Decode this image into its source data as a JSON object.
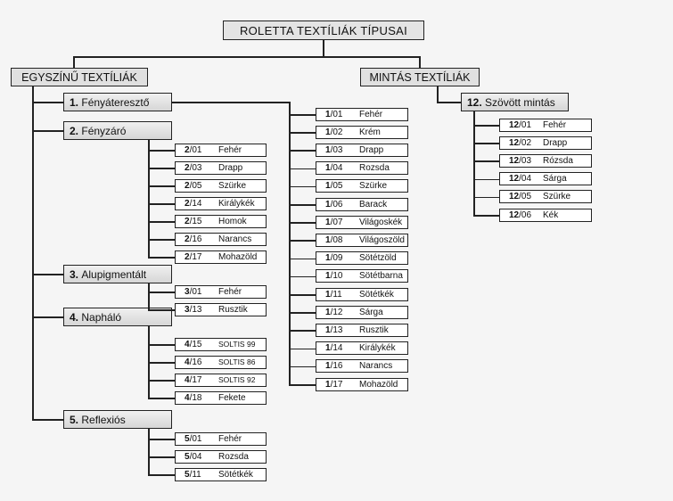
{
  "title": "ROLETTA TEXTÍLIÁK TÍPUSAI",
  "categories": [
    {
      "label": "EGYSZÍNŰ TEXTÍLIÁK",
      "groups": [
        {
          "num": "1.",
          "name": "Fényáteresztő",
          "prefix": "1",
          "items": [
            [
              "/01",
              "Fehér"
            ],
            [
              "/02",
              "Krém"
            ],
            [
              "/03",
              "Drapp"
            ],
            [
              "/04",
              "Rozsda"
            ],
            [
              "/05",
              "Szürke"
            ],
            [
              "/06",
              "Barack"
            ],
            [
              "/07",
              "Világoskék"
            ],
            [
              "/08",
              "Világoszöld"
            ],
            [
              "/09",
              "Sötétzöld"
            ],
            [
              "/10",
              "Sötétbarna"
            ],
            [
              "/11",
              "Sötétkék"
            ],
            [
              "/12",
              "Sárga"
            ],
            [
              "/13",
              "Rusztik"
            ],
            [
              "/14",
              "Királykék"
            ],
            [
              "/16",
              "Narancs"
            ],
            [
              "/17",
              "Mohazöld"
            ]
          ]
        },
        {
          "num": "2.",
          "name": "Fényzáró",
          "prefix": "2",
          "items": [
            [
              "/01",
              "Fehér"
            ],
            [
              "/03",
              "Drapp"
            ],
            [
              "/05",
              "Szürke"
            ],
            [
              "/14",
              "Királykék"
            ],
            [
              "/15",
              "Homok"
            ],
            [
              "/16",
              "Narancs"
            ],
            [
              "/17",
              "Mohazöld"
            ]
          ]
        },
        {
          "num": "3.",
          "name": "Alupigmentált",
          "prefix": "3",
          "items": [
            [
              "/01",
              "Fehér"
            ],
            [
              "/13",
              "Rusztik"
            ]
          ]
        },
        {
          "num": "4.",
          "name": "Napháló",
          "prefix": "4",
          "items": [
            [
              "/15",
              "SOLTIS 99"
            ],
            [
              "/16",
              "SOLTIS 86"
            ],
            [
              "/17",
              "SOLTIS 92"
            ],
            [
              "/18",
              "Fekete"
            ]
          ]
        },
        {
          "num": "5.",
          "name": "Reflexiós",
          "prefix": "5",
          "items": [
            [
              "/01",
              "Fehér"
            ],
            [
              "/04",
              "Rozsda"
            ],
            [
              "/11",
              "Sötétkék"
            ]
          ]
        }
      ]
    },
    {
      "label": "MINTÁS TEXTÍLIÁK",
      "groups": [
        {
          "num": "12.",
          "name": "Szövött mintás",
          "prefix": "12",
          "items": [
            [
              "/01",
              "Fehér"
            ],
            [
              "/02",
              "Drapp"
            ],
            [
              "/03",
              "Rózsda"
            ],
            [
              "/04",
              "Sárga"
            ],
            [
              "/05",
              "Szürke"
            ],
            [
              "/06",
              "Kék"
            ]
          ]
        }
      ]
    }
  ]
}
